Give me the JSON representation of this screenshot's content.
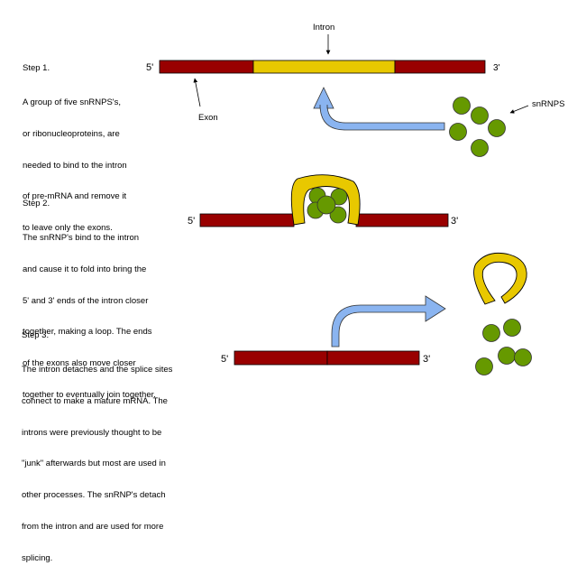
{
  "colors": {
    "exon": "#990000",
    "intron": "#e8c800",
    "snrnp": "#669900",
    "arrow": "#8ab4f0",
    "outline": "#000000"
  },
  "labels": {
    "intron": "Intron",
    "exon": "Exon",
    "snrnps": "snRNPS",
    "five_prime": "5'",
    "three_prime": "3'"
  },
  "steps": [
    {
      "title": "Step 1.",
      "lines": [
        "A group of five snRNPS's,",
        "or ribonucleoproteins, are",
        "needed to bind to the intron",
        "of pre-mRNA and remove it",
        "to leave only the exons."
      ]
    },
    {
      "title": "Step 2.",
      "lines": [
        "The snRNP's bind to the intron",
        "and cause it to fold into bring the",
        "5' and 3' ends of the intron closer",
        "together, making a loop. The ends",
        "of the exons also move closer",
        "together to eventually join together."
      ]
    },
    {
      "title": "Step 3.",
      "lines": [
        "The intron detaches and the splice sites",
        "connect to make a mature mRNA. The",
        "introns were previously thought to be",
        "\"junk\" afterwards but most are used in",
        "other processes. The snRNP's detach",
        "from the intron and are used for more",
        "splicing."
      ]
    }
  ]
}
